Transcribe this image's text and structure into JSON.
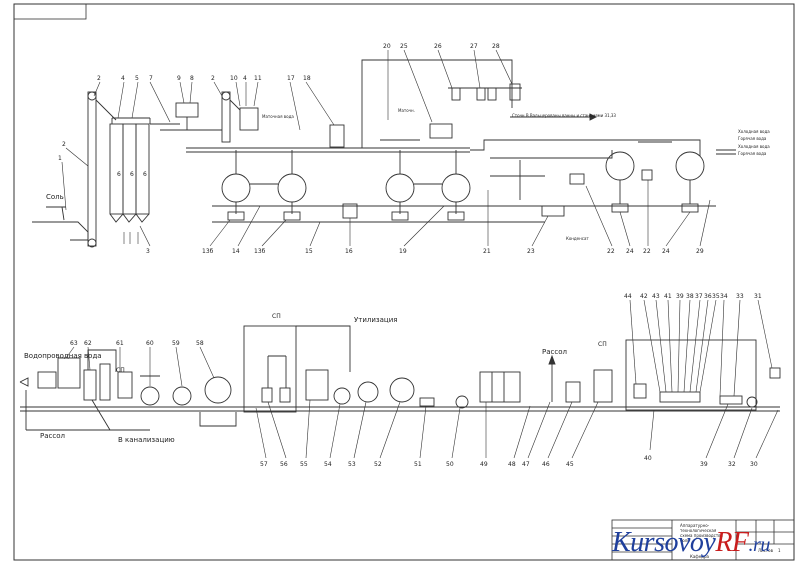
{
  "drawing": {
    "top_callouts": [
      "2",
      "4",
      "5",
      "7",
      "9",
      "8",
      "2",
      "10",
      "4",
      "11",
      "17",
      "18",
      "20",
      "25",
      "26",
      "27",
      "28"
    ],
    "top_labels": {
      "salt": "Соль",
      "line1_label": "1",
      "line2_label": "2",
      "tank_numbers": [
        "6",
        "6",
        "6"
      ],
      "pipe_to_station": "Сточн В Вальцерованы ванны и станциями 31,33",
      "side_note_1": "Холодная вода",
      "side_note_2": "Горячая вода",
      "side_note_3": "Холодная вода",
      "side_note_4": "Горячая вода",
      "mid_note": "Маточная вода",
      "mid_note_2": "Маточн.",
      "condensate": "Конденсат"
    },
    "top_bottom_callouts": [
      "3",
      "13б",
      "14",
      "13б",
      "15",
      "16",
      "19",
      "21",
      "23",
      "22",
      "24",
      "22",
      "24",
      "29"
    ],
    "bottom_labels": {
      "water_supply": "Водопроводная вода",
      "brine_left": "Рассол",
      "sewer": "В канализацию",
      "utilization": "Утилизация",
      "brine_mid": "Рассол",
      "st_label_1": "СП",
      "st_label_2": "СП",
      "st_label_3": "СП"
    },
    "bottom_top_callouts": [
      "63",
      "62",
      "61",
      "60",
      "59",
      "58",
      "44",
      "42",
      "43",
      "41",
      "39",
      "38",
      "37",
      "36",
      "35",
      "34",
      "33",
      "31"
    ],
    "bottom_bottom_callouts": [
      "57",
      "56",
      "55",
      "54",
      "53",
      "52",
      "51",
      "50",
      "49",
      "48",
      "47",
      "46",
      "45",
      "40",
      "39",
      "32",
      "30"
    ]
  },
  "title_block": {
    "title_lines": [
      "Аппаратурно-",
      "технологическая",
      "схема производства",
      "соли"
    ],
    "sheet_label": "Листов",
    "sheet_value": "1",
    "org": "Кафедра"
  },
  "watermark": {
    "brand_a": "Kursovoy",
    "brand_b": "RF",
    "tld": ".ru"
  }
}
